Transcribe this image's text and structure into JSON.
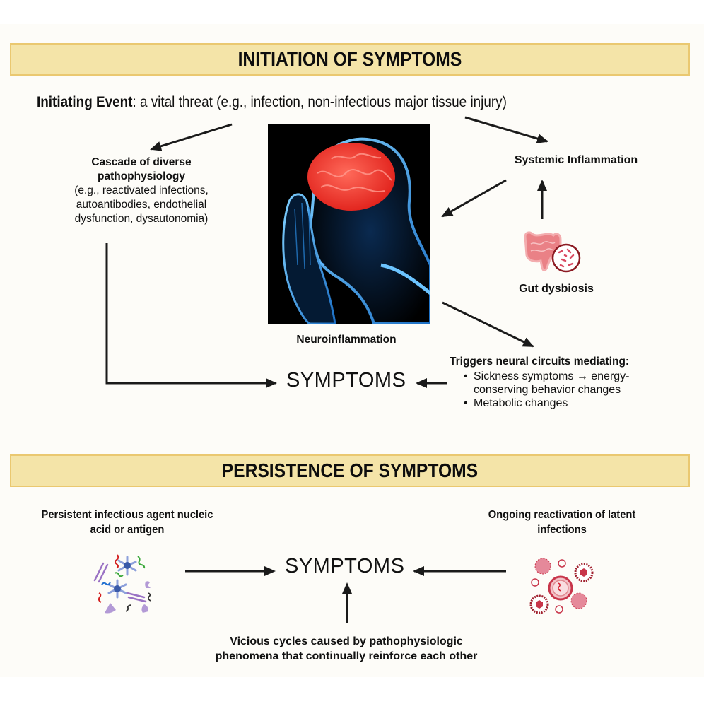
{
  "colors": {
    "banner_fill": "#f4e4a8",
    "banner_border": "#eac870",
    "background": "#fdfcf8",
    "arrow": "#1a1a1a",
    "brain_red": "#ff3b30",
    "body_blue": "#2f8fe0",
    "gut_red": "#e0575f",
    "virus_red": "#c8354a",
    "antigen_purple": "#a98bcf",
    "antibody_blue": "#7f95d6"
  },
  "initiation": {
    "banner_title": "INITIATION OF SYMPTOMS",
    "initiating_event_label": "Initiating Event",
    "initiating_event_text": ": a vital threat (e.g., infection, non-infectious major tissue injury)",
    "cascade": {
      "title_line1": "Cascade of diverse",
      "title_line2": "pathophysiology",
      "detail_line1": "(e.g., reactivated infections,",
      "detail_line2": "autoantibodies, endothelial",
      "detail_line3": "dysfunction, dysautonomia)"
    },
    "systemic_inflammation": "Systemic Inflammation",
    "gut_dysbiosis": "Gut dysbiosis",
    "neuroinflammation": "Neuroinflammation",
    "symptoms": "SYMPTOMS",
    "triggers": {
      "heading": "Triggers neural circuits mediating:",
      "items": [
        "Sickness symptoms → energy-conserving behavior changes",
        "Metabolic changes"
      ],
      "item1_line1": "Sickness symptoms → energy-",
      "item1_line2": "conserving behavior changes"
    },
    "images": {
      "neuro": "person-with-inflamed-brain-illustration",
      "gut": "intestine-with-bacteria-icon"
    }
  },
  "persistence": {
    "banner_title": "PERSISTENCE OF SYMPTOMS",
    "left_line1": "Persistent infectious agent nucleic",
    "left_line2": "acid or antigen",
    "right_line1": "Ongoing reactivation of latent",
    "right_line2": "infections",
    "symptoms": "SYMPTOMS",
    "vicious_line1": "Vicious cycles caused by pathophysiologic",
    "vicious_line2": "phenomena that continually reinforce each other",
    "images": {
      "left": "antigen-and-nucleic-acid-cluster-icon",
      "right": "virus-cluster-icon"
    }
  }
}
